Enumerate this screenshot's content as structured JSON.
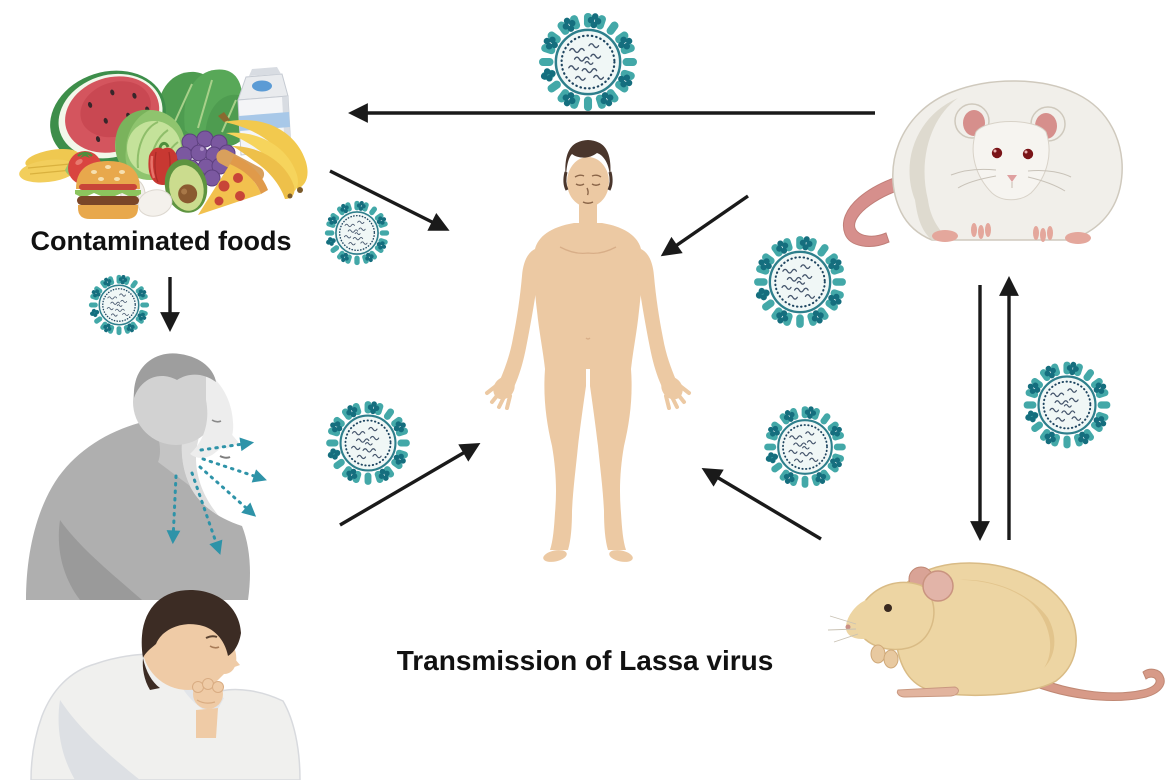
{
  "title": "Transmission of Lassa virus",
  "labels": {
    "contaminated_foods": "Contaminated foods"
  },
  "colors": {
    "background": "#ffffff",
    "text": "#111111",
    "arrow": "#1a1a1a",
    "droplet_spray": "#2e93a8",
    "virus_spike": "#43a8a8",
    "virus_knob": "#156e7e",
    "virus_membrane": "#2e7f8c",
    "virus_dotted_ring": "#1e4560",
    "virus_rna": "#44546b",
    "virus_inner": "#f0f7f6",
    "human_skin": "#ecc9a3",
    "human_hair": "#4a362c",
    "rat_body": "#f1efea",
    "rat_pink": "#d68f8c",
    "rat_eye": "#7a1418",
    "mouse_body": "#edd5a3",
    "mouse_tail": "#d79a88",
    "sneezer_gray": "#afafaf",
    "cougher_shirt": "#f0f0ee",
    "cougher_hair": "#3c2c24"
  },
  "diagram": {
    "nodes": [
      {
        "id": "contaminated-foods",
        "label": "Contaminated foods",
        "type": "illustration"
      },
      {
        "id": "human",
        "type": "illustration"
      },
      {
        "id": "white-rat",
        "type": "illustration"
      },
      {
        "id": "tan-mouse",
        "type": "illustration"
      },
      {
        "id": "sneezing-person",
        "type": "illustration"
      },
      {
        "id": "coughing-person",
        "type": "illustration"
      }
    ],
    "edges": [
      {
        "from": "white-rat",
        "to": "contaminated-foods"
      },
      {
        "from": "contaminated-foods",
        "to": "human"
      },
      {
        "from": "contaminated-foods",
        "to": "sneezing-person"
      },
      {
        "from": "sneezing-person",
        "to": "human"
      },
      {
        "from": "white-rat",
        "to": "human"
      },
      {
        "from": "tan-mouse",
        "to": "human"
      },
      {
        "from": "white-rat",
        "to": "tan-mouse"
      },
      {
        "from": "tan-mouse",
        "to": "white-rat"
      }
    ],
    "virion_count": 7,
    "sneeze_droplet_arrow_count": 5
  }
}
